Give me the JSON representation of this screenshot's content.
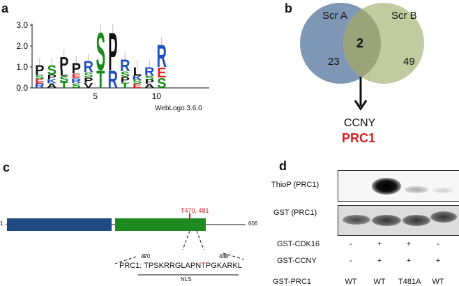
{
  "panels": {
    "a": "a",
    "b": "b",
    "c": "c",
    "d": "d"
  },
  "logo": {
    "y_ticks": [
      "3.0",
      "2.0",
      "1.0",
      "0.0"
    ],
    "x_ticks": [
      "5",
      "10"
    ],
    "caption": "WebLogo 3.6.0",
    "stacks": [
      {
        "letters": [
          {
            "c": "P",
            "col": "#111"
          },
          {
            "c": "S",
            "col": "#1a8a1a"
          },
          {
            "c": "E",
            "col": "#d22"
          },
          {
            "c": "R",
            "col": "#1f4fbf"
          }
        ]
      },
      {
        "letters": [
          {
            "c": "S",
            "col": "#1a8a1a"
          },
          {
            "c": "P",
            "col": "#111"
          },
          {
            "c": "K",
            "col": "#1f4fbf"
          },
          {
            "c": "A",
            "col": "#111"
          }
        ]
      },
      {
        "letters": [
          {
            "c": "P",
            "col": "#111"
          },
          {
            "c": "L",
            "col": "#111"
          },
          {
            "c": "S",
            "col": "#1a8a1a"
          },
          {
            "c": "T",
            "col": "#1a8a1a"
          }
        ]
      },
      {
        "letters": [
          {
            "c": "P",
            "col": "#111"
          },
          {
            "c": "E",
            "col": "#d22"
          },
          {
            "c": "R",
            "col": "#1f4fbf"
          },
          {
            "c": "S",
            "col": "#1a8a1a"
          }
        ]
      },
      {
        "letters": [
          {
            "c": "R",
            "col": "#1f4fbf"
          },
          {
            "c": "S",
            "col": "#1a8a1a"
          },
          {
            "c": "P",
            "col": "#111"
          },
          {
            "c": "V",
            "col": "#111"
          }
        ]
      },
      {
        "letters": [
          {
            "c": "S",
            "col": "#1a8a1a"
          },
          {
            "c": "T",
            "col": "#1a8a1a"
          }
        ]
      },
      {
        "letters": [
          {
            "c": "P",
            "col": "#111"
          },
          {
            "c": "R",
            "col": "#1f4fbf"
          }
        ]
      },
      {
        "letters": [
          {
            "c": "R",
            "col": "#1f4fbf"
          },
          {
            "c": "S",
            "col": "#1a8a1a"
          },
          {
            "c": "P",
            "col": "#111"
          },
          {
            "c": "T",
            "col": "#1a8a1a"
          }
        ]
      },
      {
        "letters": [
          {
            "c": "L",
            "col": "#111"
          },
          {
            "c": "K",
            "col": "#1f4fbf"
          },
          {
            "c": "S",
            "col": "#1a8a1a"
          },
          {
            "c": "E",
            "col": "#d22"
          }
        ]
      },
      {
        "letters": [
          {
            "c": "R",
            "col": "#1f4fbf"
          },
          {
            "c": "S",
            "col": "#1a8a1a"
          },
          {
            "c": "P",
            "col": "#111"
          },
          {
            "c": "A",
            "col": "#111"
          }
        ]
      },
      {
        "letters": [
          {
            "c": "R",
            "col": "#1f4fbf"
          },
          {
            "c": "E",
            "col": "#d22"
          },
          {
            "c": "S",
            "col": "#1a8a1a"
          }
        ]
      }
    ]
  },
  "venn": {
    "left_label": "Scr A",
    "right_label": "Scr B",
    "left_count": "23",
    "overlap_count": "2",
    "right_count": "49",
    "left_color": "#7e97b4",
    "right_color": "#b5c38f",
    "overlap_color": "#9ba37a",
    "hits": [
      "CCNY",
      "PRC1"
    ],
    "hit_highlight_color": "#d62020"
  },
  "protein": {
    "start": "1",
    "end": "606",
    "site_label": "T470, 481",
    "site_color": "#d62020",
    "domain1_color": "#1f4b82",
    "domain2_color": "#1f8a1f",
    "zoom_start": "470",
    "zoom_end": "488",
    "seq_prefix": "PRC1: TPSKRRGLAPN",
    "seq_site": "T",
    "seq_suffix": "PGKARKL",
    "nls_label": "NLS"
  },
  "blot": {
    "row_labels": [
      "ThioP (PRC1)",
      "GST (PRC1)"
    ],
    "conditions": [
      {
        "name": "GST-CDK16",
        "values": [
          "-",
          "+",
          "+",
          "-"
        ]
      },
      {
        "name": "GST-CCNY",
        "values": [
          "-",
          "+",
          "+",
          "+"
        ]
      },
      {
        "name": "GST-PRC1",
        "values": [
          "WT",
          "WT",
          "T481A",
          "WT"
        ]
      }
    ]
  }
}
